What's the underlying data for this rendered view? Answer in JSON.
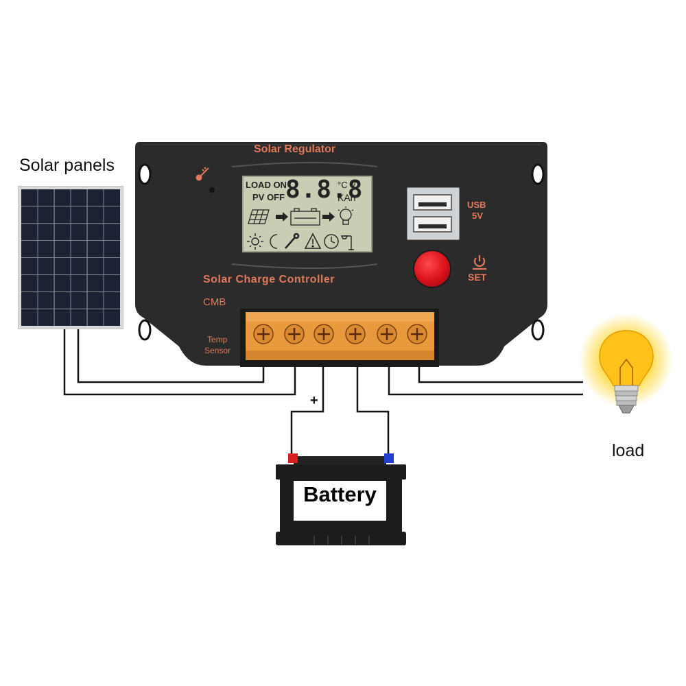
{
  "labels": {
    "solar_panels": "Solar panels",
    "load": "load",
    "battery": "Battery",
    "plus": "+"
  },
  "controller": {
    "brand": "Solar Regulator",
    "name": "Solar Charge Controller",
    "model": "CMB",
    "temp_sensor_line1": "Temp",
    "temp_sensor_line2": "Sensor",
    "usb_line1": "USB",
    "usb_line2": "5V",
    "set_label": "SET",
    "lcd": {
      "load_on": "LOAD ON",
      "pv_off": "PV OFF",
      "digits": "8.8.8",
      "unit_top": "°C V",
      "unit_bottom": "KAh"
    }
  },
  "colors": {
    "controller_body": "#2b2b2b",
    "accent_text": "#e07a5a",
    "terminal_strip": "#e89a3c",
    "lcd_background": "#c9cdb4",
    "set_button": "#d8101a",
    "battery_body": "#1c1c1c",
    "battery_positive": "#d42020",
    "battery_negative": "#2040d0",
    "bulb_glow": "#ffd21a"
  },
  "icons": [
    "thermometer-icon",
    "solar-panel-icon",
    "arrow-right-icon",
    "battery-icon",
    "bulb-icon",
    "sun-icon",
    "moon-icon",
    "wrench-icon",
    "warning-icon",
    "clock-icon",
    "street-lamp-icon",
    "power-icon",
    "usb-port-icon"
  ]
}
